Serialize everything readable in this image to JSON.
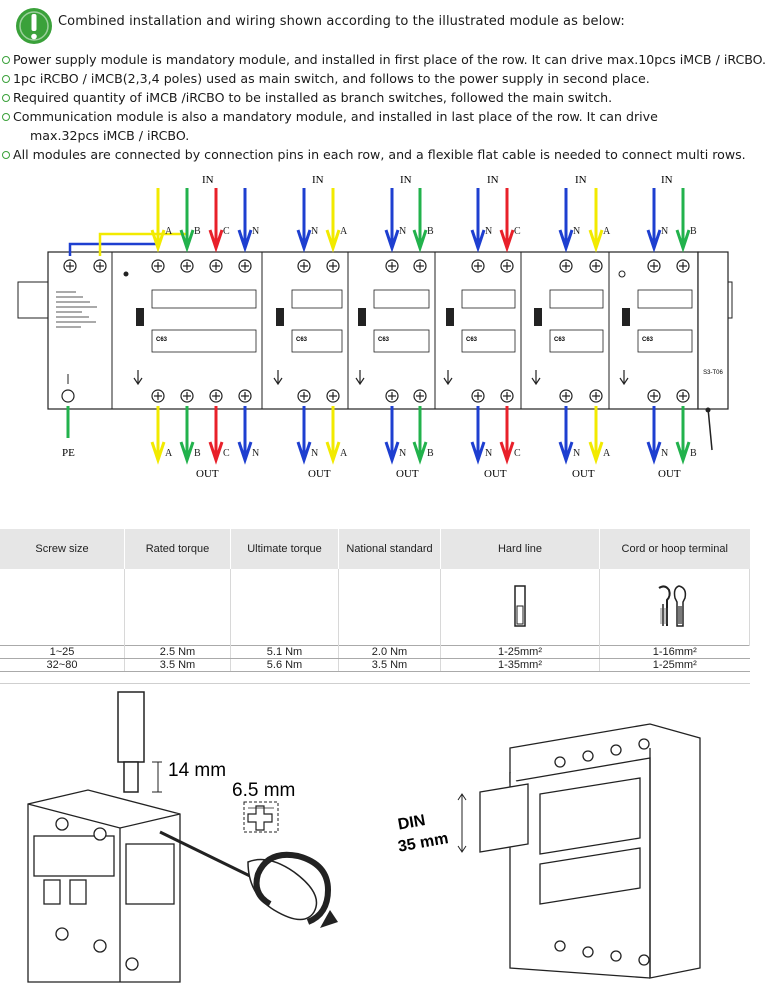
{
  "intro": "Combined installation and wiring shown according to the illustrated module as below:",
  "bullets": [
    "Power supply module is mandatory module, and installed in first place of the row. It can drive max.10pcs iMCB / iRCBO.",
    "1pc iRCBO / iMCB(2,3,4 poles) used as main switch, and follows to the power supply in second place.",
    "Required quantity of iMCB /iRCBO to be installed as branch switches, followed the main switch.",
    "Communication module is also a mandatory module, and installed in last place of the row. It can drive",
    "max.32pcs iMCB / iRCBO.",
    "All modules are connected by connection pins in each row, and a flexible flat cable is needed to connect multi rows."
  ],
  "wiring": {
    "in_label": "IN",
    "out_label": "OUT",
    "pe_label": "PE",
    "breaker_rating": "C63",
    "comm_label": "S3-T06",
    "top_phase_labels": [
      "A",
      "B",
      "C",
      "N",
      "N",
      "A",
      "N",
      "B",
      "N",
      "C",
      "N",
      "A",
      "N",
      "B"
    ],
    "bottom_phase_labels": [
      "A",
      "B",
      "C",
      "N",
      "N",
      "A",
      "N",
      "B",
      "N",
      "C",
      "N",
      "A",
      "N",
      "B"
    ],
    "colors": {
      "yellow": "#f2ea00",
      "green": "#22b24c",
      "red": "#e8202a",
      "blue": "#1e3fd0"
    }
  },
  "spec_table": {
    "headers": [
      "Screw size",
      "Rated torque",
      "Ultimate torque",
      "National standard",
      "Hard line",
      "Cord or hoop terminal"
    ],
    "rows": [
      [
        "1~25",
        "2.5 Nm",
        "5.1 Nm",
        "2.0 Nm",
        "1-25mm²",
        "1-16mm²"
      ],
      [
        "32~80",
        "3.5 Nm",
        "5.6 Nm",
        "3.5 Nm",
        "1-35mm²",
        "1-25mm²"
      ]
    ]
  },
  "illustration": {
    "strip_length": "14 mm",
    "screwdriver_size": "6.5 mm",
    "din_label": "DIN",
    "din_size": "35 mm"
  }
}
